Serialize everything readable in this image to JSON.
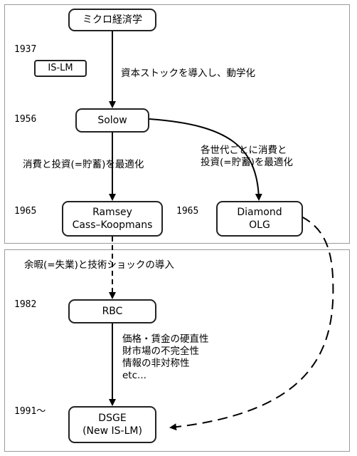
{
  "nodes": {
    "micro": "ミクロ経済学",
    "islm": "IS-LM",
    "solow": "Solow",
    "ramsey": "Ramsey\nCass–Koopmans",
    "diamond": "Diamond\nOLG",
    "rbc": "RBC",
    "dsge": "DSGE\n(New IS-LM)"
  },
  "years": {
    "y1937": "1937",
    "y1956": "1956",
    "y1965_left": "1965",
    "y1965_right": "1965",
    "y1982": "1982",
    "y1991": "1991〜"
  },
  "notes": {
    "capital_stock": "資本ストックを導入し、動学化",
    "consumption_investment": "消費と投資(=貯蓄)を最適化",
    "each_generation": "各世代ごとに消費と\n投資(=貯蓄)を最適化",
    "leisure_tech_shock": "余暇(=失業)と技術ショックの導入",
    "frictions": "価格・賃金の硬直性\n財市場の不完全性\n情報の非対称性\netc..."
  }
}
